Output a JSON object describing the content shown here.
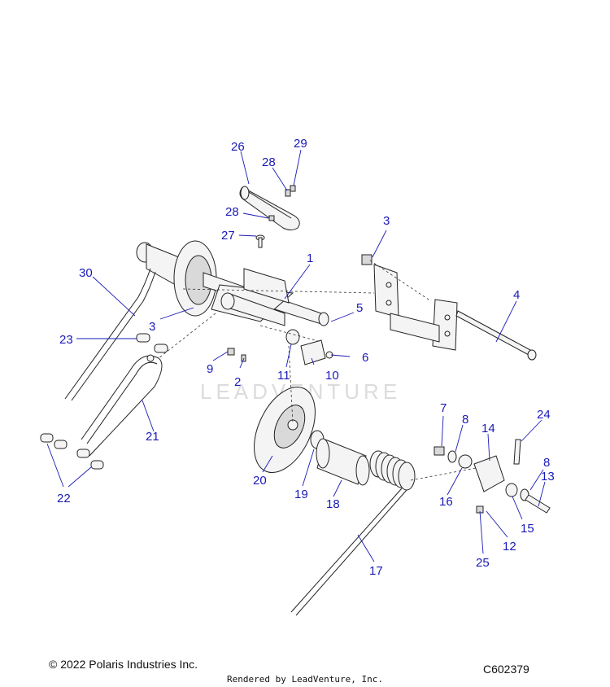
{
  "callouts": [
    {
      "num": "1"
    },
    {
      "num": "2"
    },
    {
      "num": "3"
    },
    {
      "num": "3"
    },
    {
      "num": "4"
    },
    {
      "num": "5"
    },
    {
      "num": "6"
    },
    {
      "num": "7"
    },
    {
      "num": "8"
    },
    {
      "num": "8"
    },
    {
      "num": "9"
    },
    {
      "num": "10"
    },
    {
      "num": "11"
    },
    {
      "num": "12"
    },
    {
      "num": "13"
    },
    {
      "num": "14"
    },
    {
      "num": "15"
    },
    {
      "num": "16"
    },
    {
      "num": "17"
    },
    {
      "num": "18"
    },
    {
      "num": "19"
    },
    {
      "num": "20"
    },
    {
      "num": "21"
    },
    {
      "num": "22"
    },
    {
      "num": "23"
    },
    {
      "num": "24"
    },
    {
      "num": "25"
    },
    {
      "num": "26"
    },
    {
      "num": "27"
    },
    {
      "num": "28"
    },
    {
      "num": "28"
    },
    {
      "num": "29"
    },
    {
      "num": "30"
    }
  ],
  "watermark": "LEADVENTURE",
  "footer": {
    "copyright": "© 2022 Polaris Industries Inc.",
    "rendered_by": "Rendered by LeadVenture, Inc.",
    "diagram_code": "C602379"
  },
  "colors": {
    "callout": "#1a1ab8",
    "linework": "#222222",
    "watermark": "#dcdcdc"
  }
}
